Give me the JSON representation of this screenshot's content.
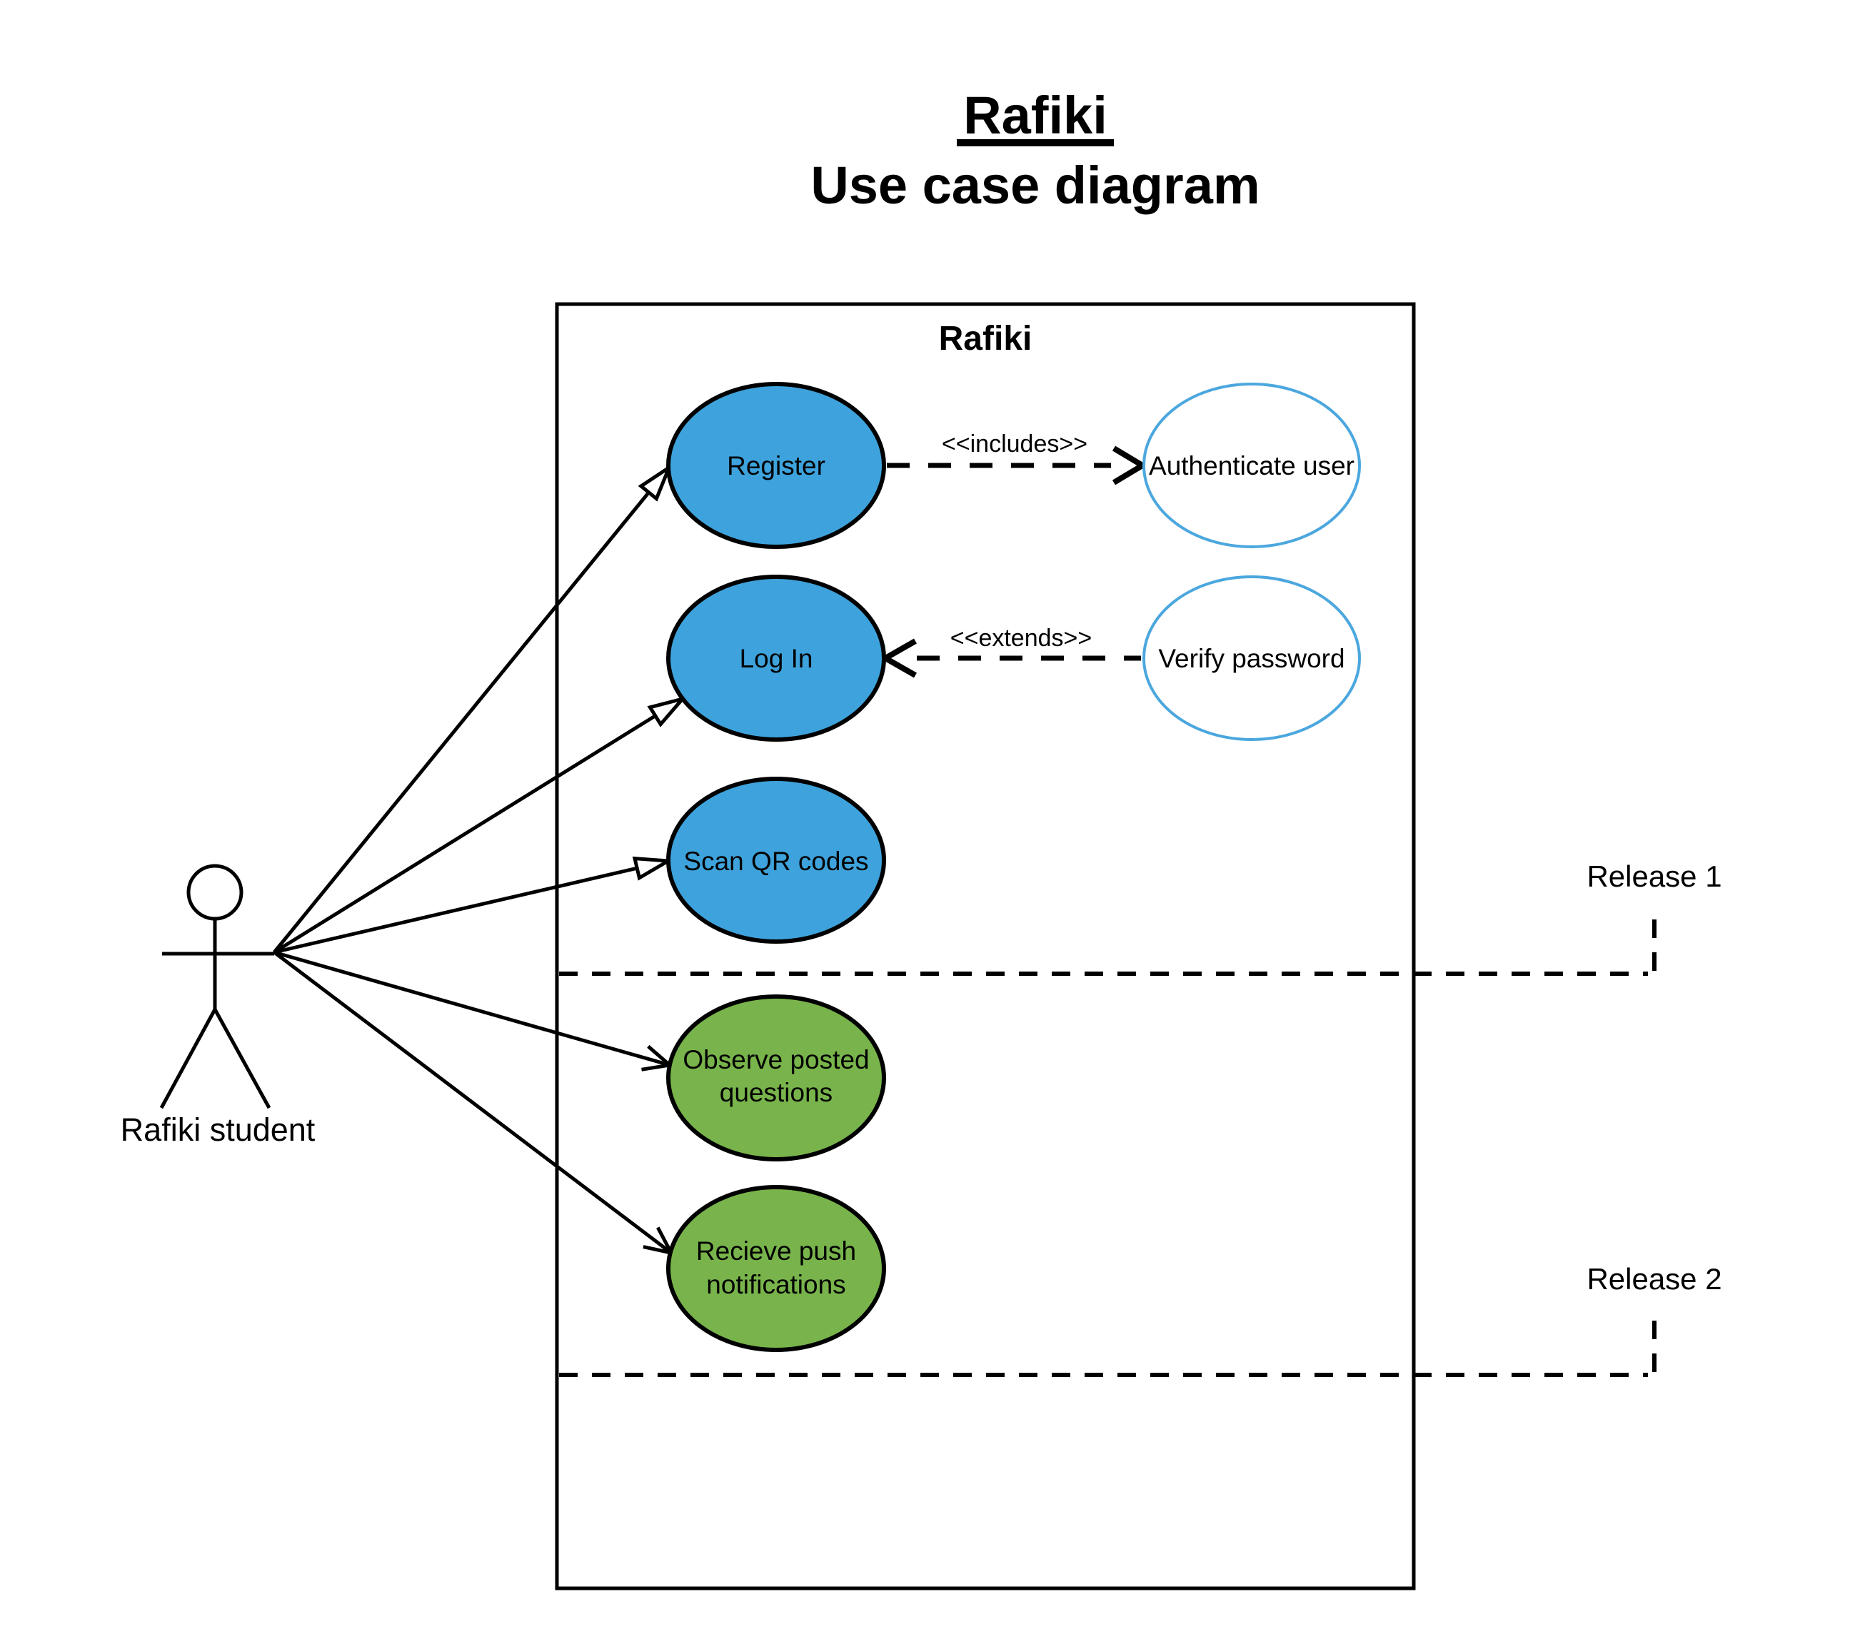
{
  "title": {
    "line1": "Rafiki",
    "line2": "Use case diagram"
  },
  "system": {
    "label": "Rafiki"
  },
  "actor": {
    "label": "Rafiki student"
  },
  "use_cases": [
    {
      "id": "register",
      "label": "Register",
      "fill": "#3EA3DC"
    },
    {
      "id": "log-in",
      "label": "Log In",
      "fill": "#3EA3DC"
    },
    {
      "id": "scan-qr-codes",
      "label": "Scan QR codes",
      "fill": "#3EA3DC"
    },
    {
      "id": "observe-posted-questions",
      "label_line1": "Observe posted",
      "label_line2": "questions",
      "fill": "#78B44B"
    },
    {
      "id": "recieve-push-notifications",
      "label_line1": "Recieve push",
      "label_line2": "notifications",
      "fill": "#78B44B"
    }
  ],
  "secondary_use_cases": [
    {
      "id": "authenticate-user",
      "label": "Authenticate user",
      "stroke": "#4BA7DE"
    },
    {
      "id": "verify-password",
      "label": "Verify password",
      "stroke": "#4BA7DE"
    }
  ],
  "relationships": [
    {
      "id": "includes",
      "label": "<<includes>>"
    },
    {
      "id": "extends",
      "label": "<<extends>>"
    }
  ],
  "releases": [
    {
      "id": "release-1",
      "label": "Release 1",
      "color": "#45A6DD"
    },
    {
      "id": "release-2",
      "label": "Release 2",
      "color": "#7CBB54"
    }
  ]
}
